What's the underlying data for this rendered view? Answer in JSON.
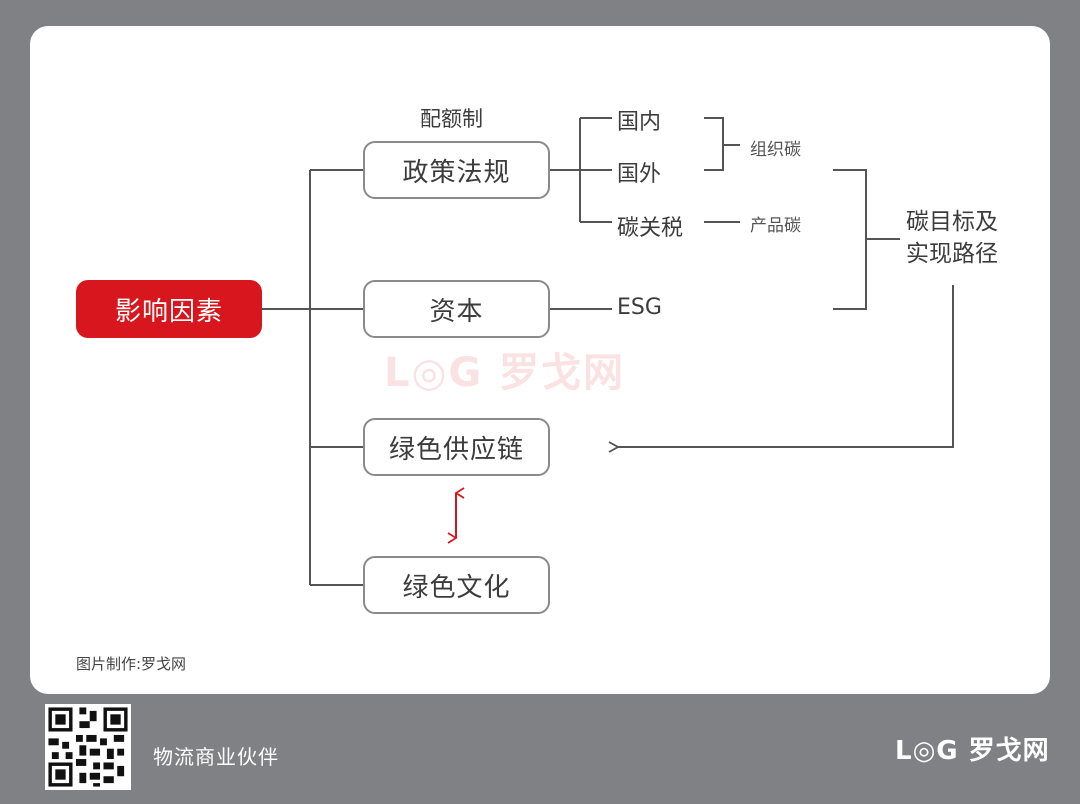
{
  "root": "影响因素",
  "branches": {
    "policy": "政策法规",
    "capital": "资本",
    "green_supply_chain": "绿色供应链",
    "green_culture": "绿色文化"
  },
  "policy_note": "配额制",
  "policy_children": {
    "domestic": "国内",
    "foreign": "国外",
    "carbon_tariff": "碳关税"
  },
  "org_carbon": "组织碳",
  "product_carbon": "产品碳",
  "esg": "ESG",
  "target": {
    "line1": "碳目标及",
    "line2": "实现路径"
  },
  "credit": "图片制作:罗戈网",
  "footer": {
    "tagline": "物流商业伙伴",
    "logo": "L◎G 罗戈网"
  },
  "watermark": "L◎G 罗戈网",
  "colors": {
    "accent": "#d7161d",
    "frame": "#7f8184",
    "line": "#555555"
  }
}
